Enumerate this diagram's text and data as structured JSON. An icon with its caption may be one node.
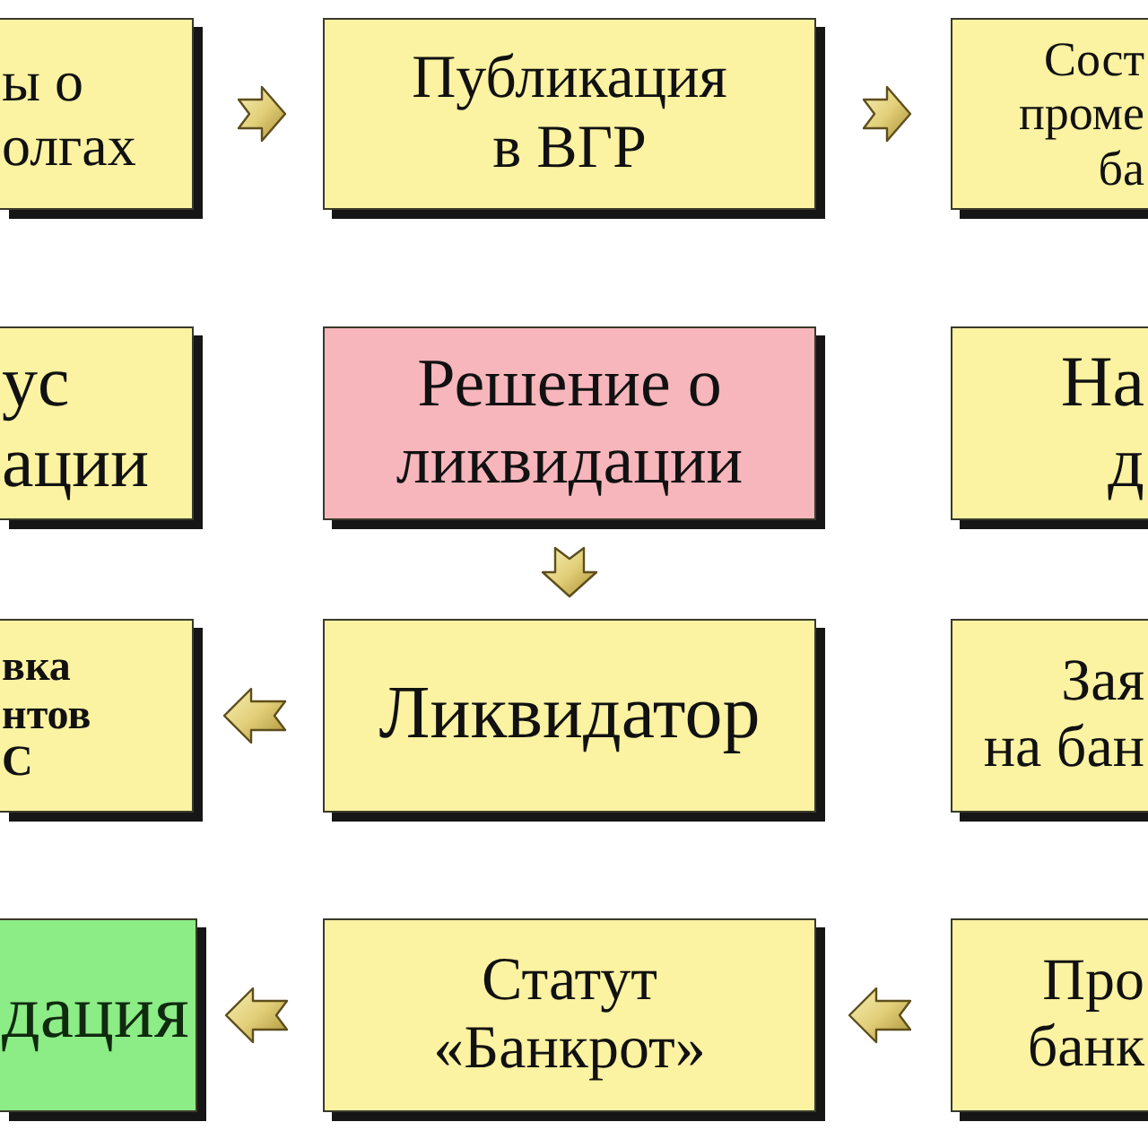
{
  "diagram": {
    "nodes": [
      {
        "text": [
          "ы о олгах"
        ]
      },
      {
        "text": [
          "Публикация в ВГР"
        ]
      },
      {
        "text": [
          "Сост проме ба"
        ]
      },
      {
        "text": [
          "ус ации"
        ]
      },
      {
        "text": [
          "Решение о ликвидации"
        ]
      },
      {
        "text": [
          "На д"
        ]
      },
      {
        "text": [
          "вка нтов С"
        ]
      },
      {
        "text": [
          "Ликвидатор"
        ]
      },
      {
        "text": [
          "Зая на бан"
        ]
      },
      {
        "text": [
          "дация"
        ]
      },
      {
        "text": [
          "Статут «Банкрот»"
        ]
      },
      {
        "text": [
          "Про банк"
        ]
      }
    ],
    "edges": [
      {
        "from": 0,
        "to": 1,
        "arrow": "to"
      },
      {
        "from": 1,
        "to": 2,
        "arrow": "to"
      },
      {
        "from": 4,
        "to": 7,
        "arrow": "to"
      },
      {
        "from": 7,
        "to": 6,
        "arrow": "to"
      },
      {
        "from": 10,
        "to": 9,
        "arrow": "to"
      },
      {
        "from": 11,
        "to": 10,
        "arrow": "to"
      }
    ]
  }
}
